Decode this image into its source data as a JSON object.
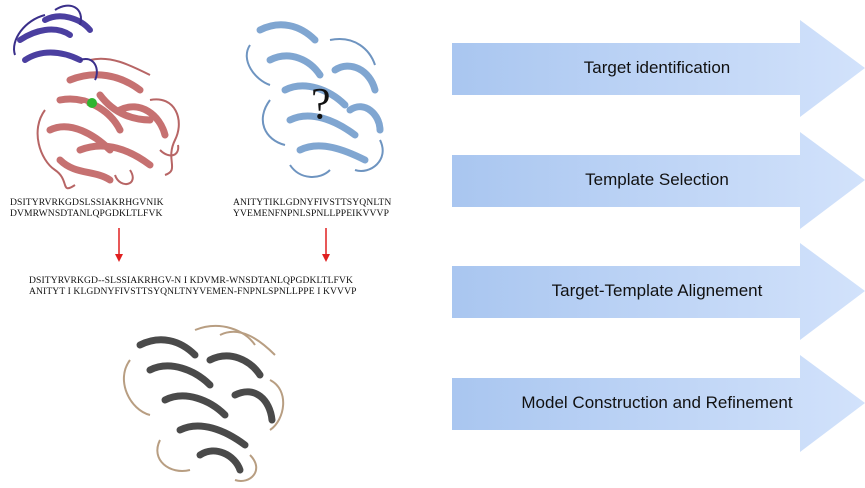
{
  "steps": [
    {
      "label": "Target identification"
    },
    {
      "label": "Template Selection"
    },
    {
      "label": "Target-Template Alignement"
    },
    {
      "label": "Model Construction and Refinement"
    }
  ],
  "template_sequence": [
    "DSITYRVRKGDSLSSIAKRHGVNIK",
    "DVMRWNSDTANLQPGDKLTLFVK"
  ],
  "target_sequence": [
    "ANITYTIKLGDNYFIVSTTSYQNLTN",
    "YVEMENFNPNLSPNLLPPEIKVVVP"
  ],
  "alignment": [
    "DSITYRVRKGD--SLSSIAKRHGV-N I KDVMR-WNSDTANLQPGDKLTLFVK",
    "ANITYT I KLGDNYFIVSTTSYQNLTNYVEMEN-FNPNLSPNLLPPE I KVVVP"
  ],
  "unknown_mark": "?",
  "colors": {
    "template_protein": "#c46a6a",
    "template_domain": "#4b3fa0",
    "ligand": "#2fb52f",
    "target_protein": "#7aa2cf",
    "model_protein": "#4a4a4a",
    "model_loops": "#b89e82",
    "arrow_fill_left": "#a9c6f0",
    "arrow_fill_right": "#cfe0fb",
    "down_arrow": "#e02020"
  }
}
